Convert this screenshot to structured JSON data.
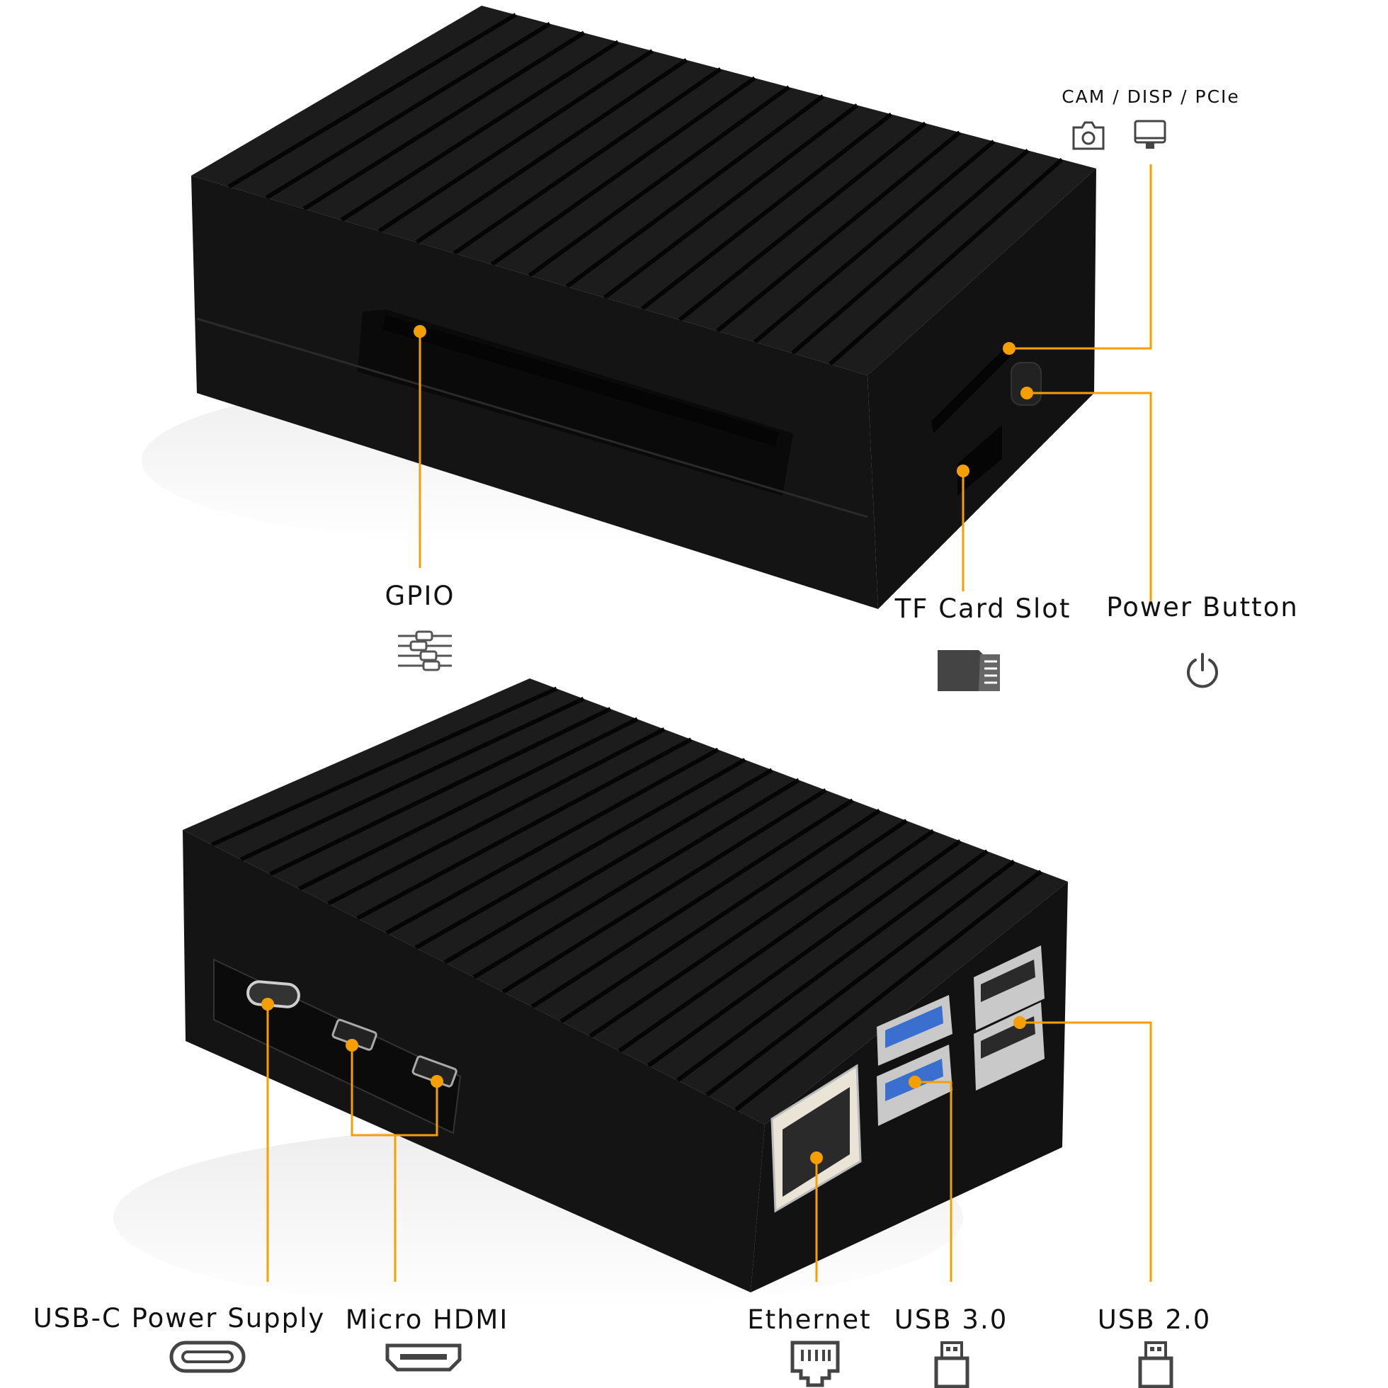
{
  "colors": {
    "callout": "#f5a000",
    "case": "#161616",
    "case_dark": "#0b0b0b",
    "icon": "#444444",
    "label": "#111111"
  },
  "top_view": {
    "labels": {
      "cam_disp_pcie": "CAM / DISP / PCIe",
      "gpio": "GPIO",
      "tf_card_slot": "TF Card Slot",
      "power_button": "Power Button"
    },
    "icons": [
      "camera-icon",
      "monitor-icon",
      "gpio-pins-icon",
      "sd-card-icon",
      "power-icon"
    ]
  },
  "bottom_view": {
    "labels": {
      "usb_c_power": "USB-C Power Supply",
      "micro_hdmi": "Micro HDMI",
      "ethernet": "Ethernet",
      "usb3": "USB 3.0",
      "usb2": "USB 2.0"
    },
    "icons": [
      "usb-c-icon",
      "hdmi-icon",
      "ethernet-icon",
      "usb3-icon",
      "usb2-icon"
    ]
  }
}
